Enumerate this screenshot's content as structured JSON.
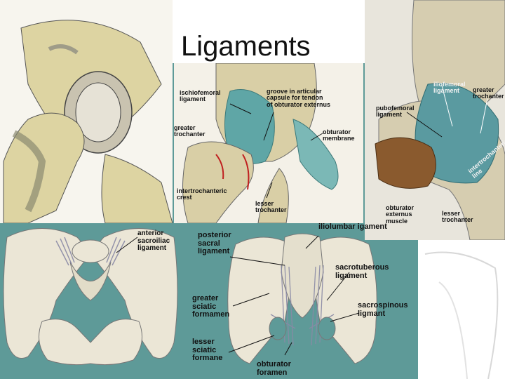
{
  "slide": {
    "title": "Ligaments"
  },
  "labels": {
    "top_middle": {
      "ischiofemoral": "ischiofemoral\nligament",
      "groove": "groove in articular\ncapsule for tendon\nof obturator externus",
      "greater_trochanter": "greater\ntrochanter",
      "obturator_membrane": "obturator\nmembrane",
      "intertrochanteric_crest": "intertrochanteric\ncrest",
      "lesser_trochanter": "lesser\ntrochanter"
    },
    "top_right": {
      "iliofemoral": "iliofemoral\nligament",
      "greater_trochanter": "greater\ntrochanter",
      "pubofemoral": "pubofemoral\nligament",
      "intertrochanteric_line": "intertrochanteric\nline",
      "obturator_externus": "obturator\nexternus\nmuscle",
      "lesser_trochanter": "lesser\ntrochanter"
    },
    "bottom_left": {
      "anterior_sacroiliac": "anterior\nsacroiliac\nligament"
    },
    "bottom_middle": {
      "posterior_sacral": "posterior\nsacral\nligament",
      "iliolumbar": "iliolumbar igament",
      "sacrotuberous": "sacrotuberous\nligament",
      "greater_sciatic": "greater\nsciatic\nformamen",
      "sacrospinous": "sacrospinous\nligmant",
      "lesser_sciatic": "lesser\nsciatic\nformane",
      "obturator_foramen": "obturator\nforamen"
    }
  },
  "colors": {
    "slide_background": "#5e9a98",
    "bone": "#d8cfa8",
    "ligament": "#5aa4a6",
    "muscle": "#8a5a2e"
  }
}
